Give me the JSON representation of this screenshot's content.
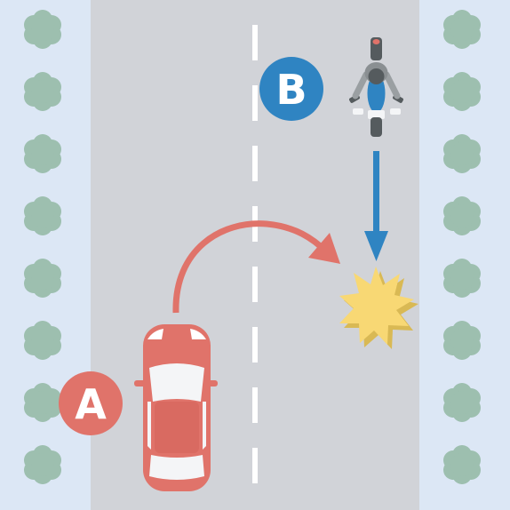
{
  "scene": {
    "vehicles": [
      {
        "id": "A",
        "label": "A",
        "kind": "car",
        "color": "#e0736a"
      },
      {
        "id": "B",
        "label": "B",
        "kind": "motorcycle",
        "color": "#2f84c2"
      }
    ],
    "colors": {
      "sidewalk": "#dce7f5",
      "road": "#d1d3d8",
      "lane_marking": "#ffffff",
      "tree": "#9dbfaf",
      "car_turn_arrow": "#e0736a",
      "bike_arrow": "#2f84c2",
      "collision": "#f8d874",
      "collision_shadow": "#d9b954"
    },
    "icons": [
      "tree-icon",
      "car-icon",
      "motorcycle-icon",
      "collision-burst-icon",
      "u-turn-arrow-icon",
      "down-arrow-icon"
    ]
  }
}
